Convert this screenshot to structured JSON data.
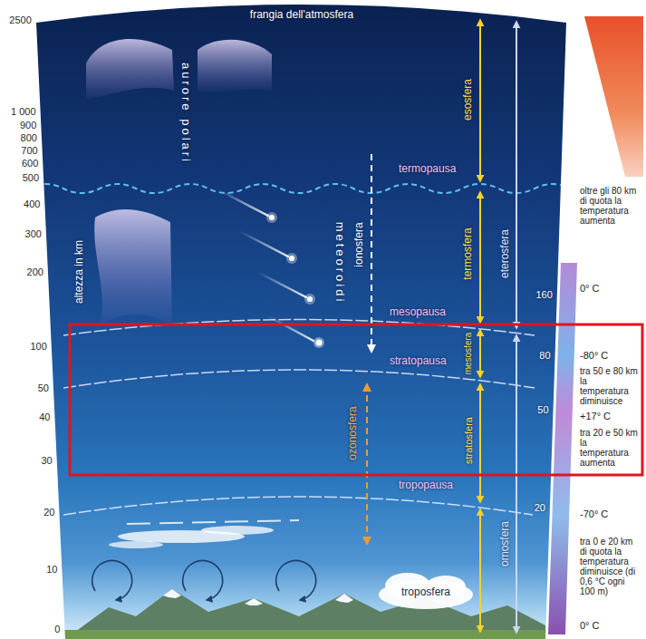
{
  "diagram": {
    "labels": [
      "frangia dell'atmosfera",
      "2500",
      "1 000",
      "900",
      "800",
      "700",
      "600",
      "500",
      "400",
      "300",
      "200",
      "100",
      "50",
      "40",
      "30",
      "20",
      "10",
      "0",
      "altezza in km",
      "aurore polari",
      "meteoroidi",
      "ionosfera",
      "ozonosfera",
      "termopausa",
      "mesopausa",
      "stratopausa",
      "tropopausa",
      "troposfera",
      "esosfera",
      "termosfera",
      "mesosfera",
      "stratosfera",
      "eterosfera",
      "omosfera",
      "160",
      "80",
      "50",
      "20",
      "0° C",
      "oltre gli 80 km di quota la temperatura aumenta",
      "-80° C",
      "tra 50 e 80 km la temperatura diminuisce",
      "+17° C",
      "tra 20 e 50 km la temperatura aumenta",
      "-70° C",
      "tra 0 e 20 km di quota la temperatura diminuisce (di 0,6 °C ogni 100 m)",
      "0° C"
    ]
  }
}
